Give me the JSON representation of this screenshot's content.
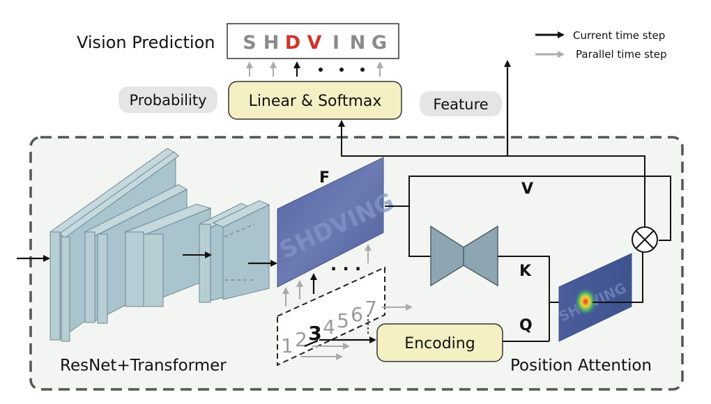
{
  "header": {
    "vision_prediction_label": "Vision Prediction",
    "prediction_chars": [
      {
        "ch": "S",
        "color": "#8a8a8a"
      },
      {
        "ch": "H",
        "color": "#8a8a8a"
      },
      {
        "ch": "D",
        "color": "#d0342c"
      },
      {
        "ch": "V",
        "color": "#d0342c"
      },
      {
        "ch": "I",
        "color": "#8a8a8a"
      },
      {
        "ch": "N",
        "color": "#8a8a8a"
      },
      {
        "ch": "G",
        "color": "#8a8a8a"
      }
    ],
    "linear_softmax_label": "Linear & Softmax",
    "probability_label": "Probability",
    "feature_label": "Feature"
  },
  "legend": {
    "current_label": "Current time step",
    "parallel_label": "Parallel time step"
  },
  "backbone": {
    "label": "ResNet+Transformer"
  },
  "feature_map": {
    "label": "F",
    "text": "SHDVING"
  },
  "position_attention": {
    "label": "Position Attention",
    "v_label": "V",
    "k_label": "K",
    "q_label": "Q",
    "encoding_label": "Encoding",
    "attention_text": "SHDVING",
    "positions": [
      "1",
      "2",
      "3",
      "4",
      "5",
      "6",
      "7"
    ],
    "dots": "· · ·"
  },
  "colors": {
    "dark_arrow": "#111111",
    "gray_arrow": "#a8a8a8",
    "highlight_red": "#d0342c",
    "box_fill": "#f5f0c4",
    "pill_fill": "#e5e5e5",
    "dashed_bg": "#f3f5f2",
    "layer_fill": "#a9c4cd",
    "feature_fill": "#5f6ea8"
  },
  "icons": [
    "multiply-circle-icon",
    "hourglass-decoder-icon"
  ]
}
